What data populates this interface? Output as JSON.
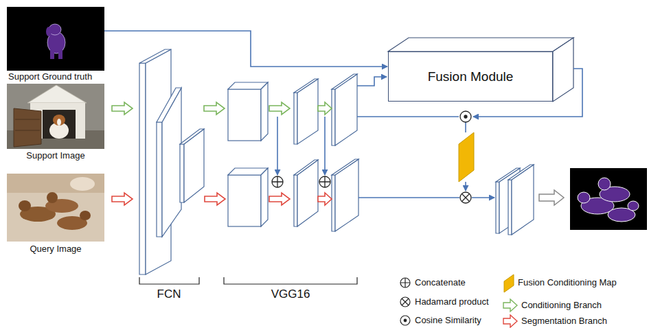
{
  "diagram": {
    "nodes": [
      {
        "text": [
          "Support Ground truth"
        ]
      },
      {
        "text": [
          "Support Image"
        ]
      },
      {
        "text": [
          "Query Image"
        ]
      },
      {
        "text": [
          "Fusion Module"
        ]
      }
    ],
    "edges": [
      {
        "from": 0,
        "to": 3,
        "arrow": "to"
      }
    ],
    "labels": [
      "FCN",
      "VGG16"
    ],
    "legend": [
      {
        "text": "Concatenate"
      },
      {
        "text": "Hadamard product"
      },
      {
        "text": "Cosine Similarity"
      },
      {
        "text": "Fusion Conditioning Map",
        "color": "#f2b705"
      },
      {
        "text": "Conditioning Branch"
      },
      {
        "text": "Segmentation Branch"
      }
    ]
  }
}
